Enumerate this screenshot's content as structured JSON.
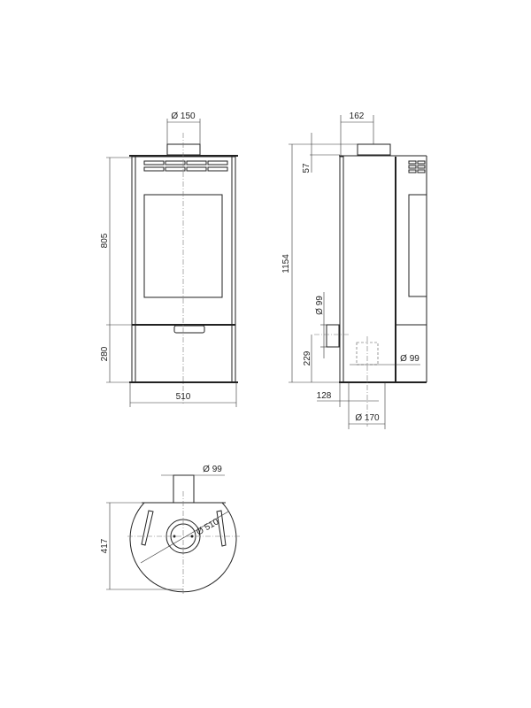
{
  "views": {
    "front": {
      "flue_diameter": "Ø 150",
      "upper_height": "805",
      "lower_height": "280",
      "width": "510"
    },
    "side": {
      "flue_offset": "162",
      "top_offset": "57",
      "total_height": "1154",
      "rear_outlet_diameter": "Ø 99",
      "rear_outlet_height": "229",
      "bottom_outlet_diameter": "Ø 99",
      "base_offset": "128",
      "base_diameter": "Ø 170"
    },
    "top": {
      "flue_diameter": "Ø 99",
      "body_diameter": "Ø 510",
      "depth": "417"
    }
  }
}
